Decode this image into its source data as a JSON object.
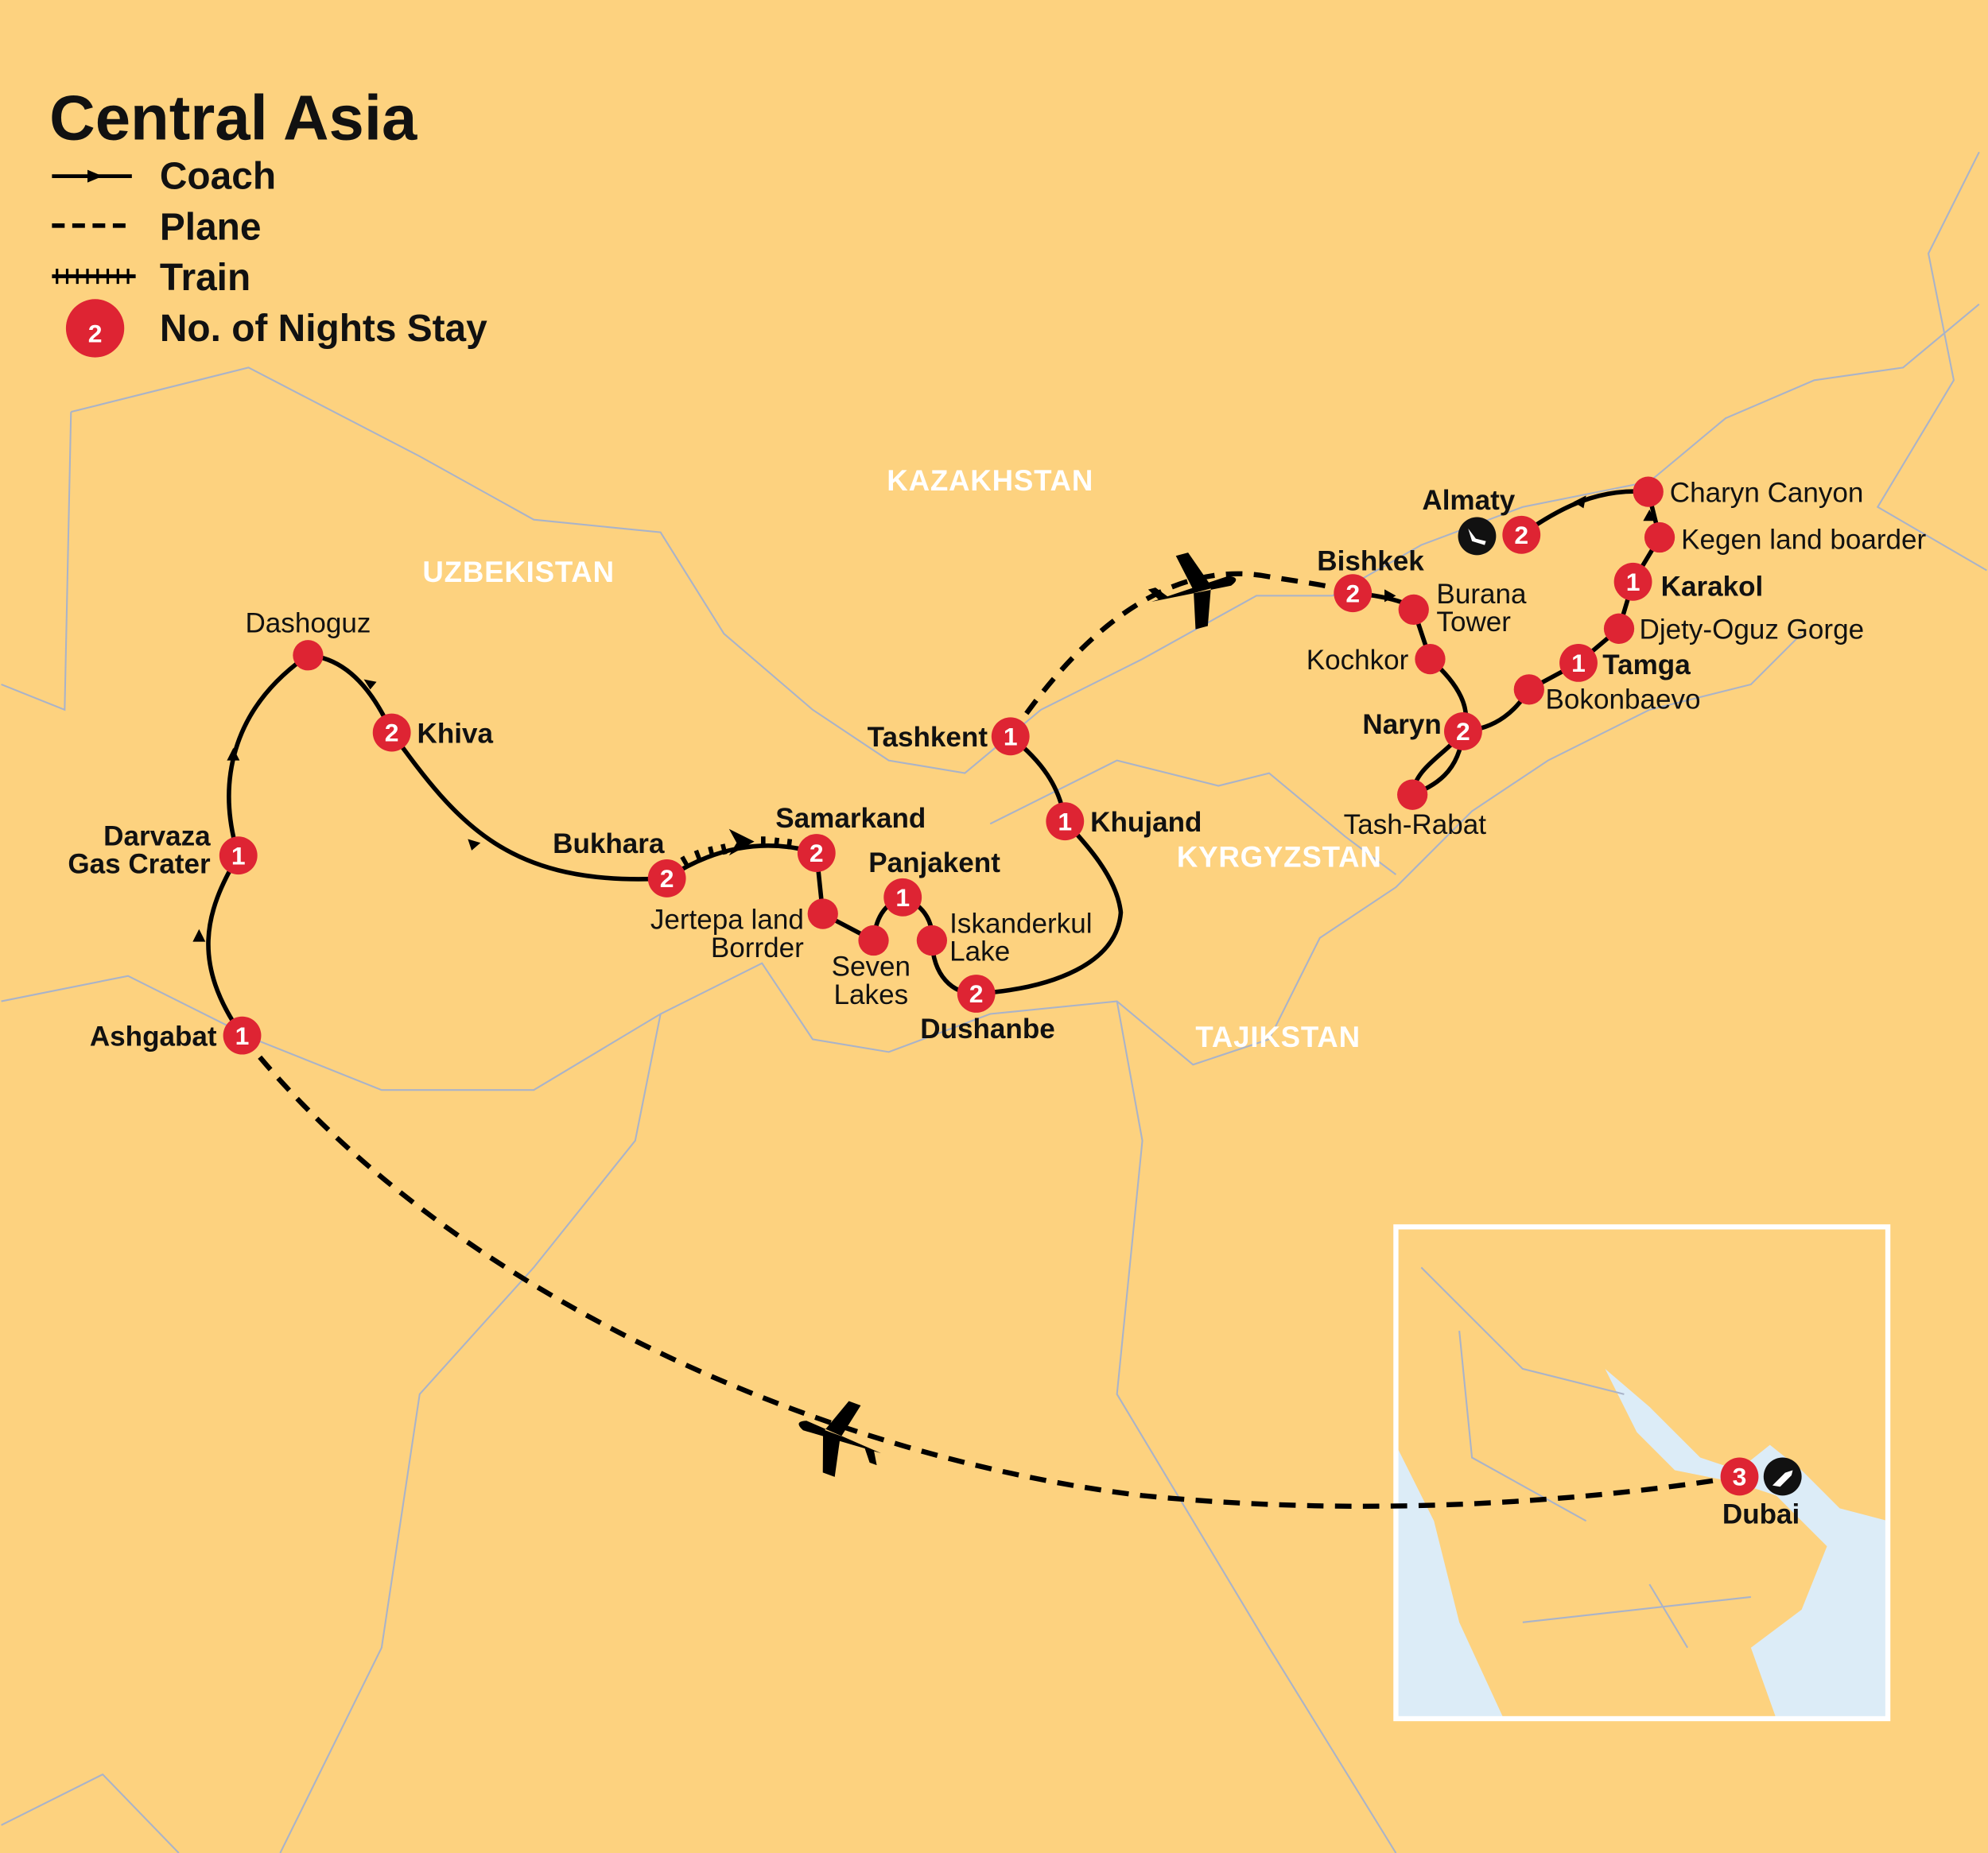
{
  "title": "Central Asia",
  "legend": {
    "coach": "Coach",
    "plane": "Plane",
    "train": "Train",
    "nights_example": "2",
    "nights": "No. of Nights Stay"
  },
  "countries": [
    "KAZAKHSTAN",
    "UZBEKISTAN",
    "KYRGYZSTAN",
    "TAJIKSTAN"
  ],
  "colors": {
    "land": "#fdd27f",
    "stop": "#de2433",
    "sea": "#dcecf7",
    "route": "#000000"
  },
  "stops": [
    {
      "lines": [
        "Ashgabat"
      ],
      "nights": "1",
      "bold": true
    },
    {
      "lines": [
        "Darvaza",
        "Gas Crater"
      ],
      "nights": "1",
      "bold": true
    },
    {
      "lines": [
        "Dashoguz"
      ],
      "nights": "",
      "bold": false
    },
    {
      "lines": [
        "Khiva"
      ],
      "nights": "2",
      "bold": true
    },
    {
      "lines": [
        "Bukhara"
      ],
      "nights": "2",
      "bold": true
    },
    {
      "lines": [
        "Samarkand"
      ],
      "nights": "2",
      "bold": true
    },
    {
      "lines": [
        "Jertepa land",
        "Borrder"
      ],
      "nights": "",
      "bold": false
    },
    {
      "lines": [
        "Seven",
        "Lakes"
      ],
      "nights": "",
      "bold": false
    },
    {
      "lines": [
        "Panjakent"
      ],
      "nights": "1",
      "bold": true
    },
    {
      "lines": [
        "Iskanderkul",
        "Lake"
      ],
      "nights": "",
      "bold": false
    },
    {
      "lines": [
        "Dushanbe"
      ],
      "nights": "2",
      "bold": true
    },
    {
      "lines": [
        "Khujand"
      ],
      "nights": "1",
      "bold": true
    },
    {
      "lines": [
        "Tashkent"
      ],
      "nights": "1",
      "bold": true
    },
    {
      "lines": [
        "Bishkek"
      ],
      "nights": "2",
      "bold": true
    },
    {
      "lines": [
        "Burana",
        "Tower"
      ],
      "nights": "",
      "bold": false
    },
    {
      "lines": [
        "Kochkor"
      ],
      "nights": "",
      "bold": false
    },
    {
      "lines": [
        "Naryn"
      ],
      "nights": "2",
      "bold": true
    },
    {
      "lines": [
        "Tash-Rabat"
      ],
      "nights": "",
      "bold": false
    },
    {
      "lines": [
        "Bokonbaevo"
      ],
      "nights": "",
      "bold": false
    },
    {
      "lines": [
        "Tamga"
      ],
      "nights": "1",
      "bold": true
    },
    {
      "lines": [
        "Djety-Oguz Gorge"
      ],
      "nights": "",
      "bold": false
    },
    {
      "lines": [
        "Karakol"
      ],
      "nights": "1",
      "bold": true
    },
    {
      "lines": [
        "Kegen land boarder"
      ],
      "nights": "",
      "bold": false
    },
    {
      "lines": [
        "Charyn Canyon"
      ],
      "nights": "",
      "bold": false
    },
    {
      "lines": [
        "Almaty"
      ],
      "nights": "2",
      "bold": true
    },
    {
      "lines": [
        "Dubai"
      ],
      "nights": "3",
      "bold": true
    }
  ]
}
